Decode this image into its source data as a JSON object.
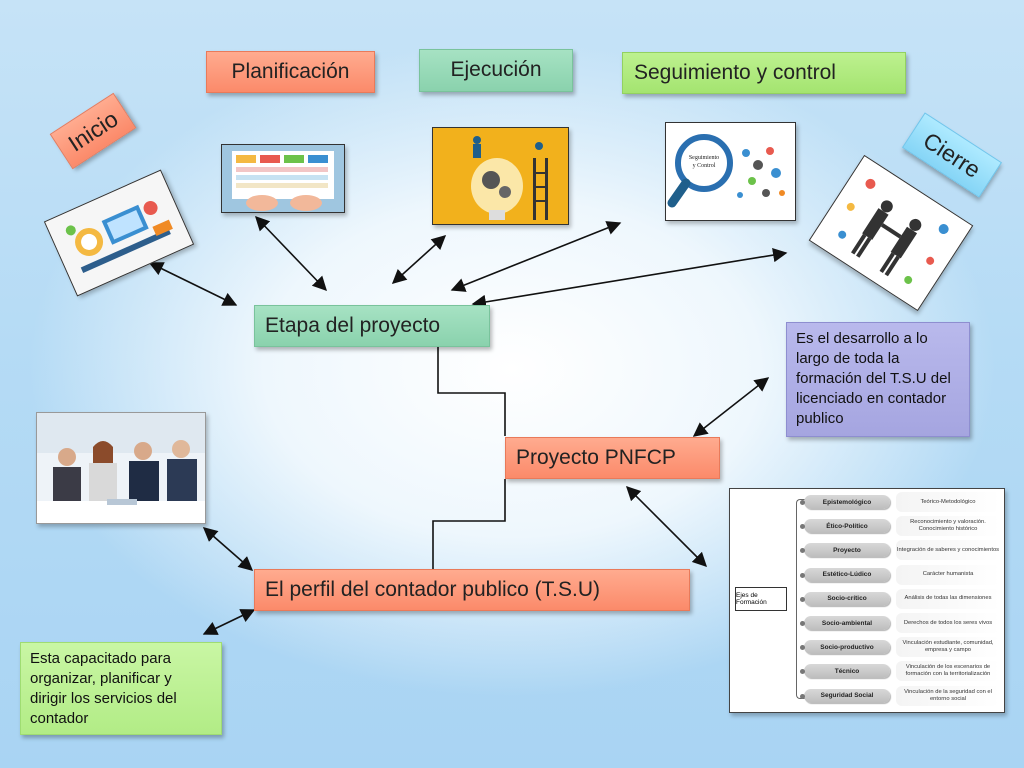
{
  "phases": {
    "planificacion": "Planificación",
    "ejecucion": "Ejecución",
    "seguimiento": "Seguimiento y control",
    "inicio": "Inicio",
    "cierre": "Cierre"
  },
  "nodes": {
    "etapa": "Etapa del proyecto",
    "proyecto": "Proyecto PNFCP",
    "perfil": "El perfil del contador publico (T.S.U)"
  },
  "notes": {
    "desarrollo": "Es el desarrollo a lo largo de toda la formación del T.S.U del licenciado en contador publico",
    "capacitado": "Esta capacitado para organizar, planificar y dirigir los servicios del contador"
  },
  "seguimiento_image_text": [
    "Seguimiento",
    "y Control"
  ],
  "ejes": {
    "root": "Ejes de Formación",
    "rows": [
      {
        "label": "Epistemológico",
        "desc": "Teórico-Metodológico"
      },
      {
        "label": "Ético-Político",
        "desc": "Reconocimiento y valoración. Conocimiento histórico"
      },
      {
        "label": "Proyecto",
        "desc": "Integración de saberes y conocimientos"
      },
      {
        "label": "Estético-Lúdico",
        "desc": "Carácter humanista"
      },
      {
        "label": "Socio-crítico",
        "desc": "Análisis de todas las dimensiones"
      },
      {
        "label": "Socio-ambiental",
        "desc": "Derechos de todos los seres vivos"
      },
      {
        "label": "Socio-productivo",
        "desc": "Vinculación estudiante, comunidad, empresa y campo"
      },
      {
        "label": "Técnico",
        "desc": "Vinculación de los escenarios de formación con la territorialización"
      },
      {
        "label": "Seguridad Social",
        "desc": "Vinculación de la seguridad con el entorno social"
      }
    ]
  },
  "colors": {
    "orange": "#fb8a6a",
    "green": "#8ad2ad",
    "lime": "#a4e470",
    "cyan": "#86d5f6",
    "purple": "#a5a5e0",
    "light_green": "#b2ec86"
  }
}
